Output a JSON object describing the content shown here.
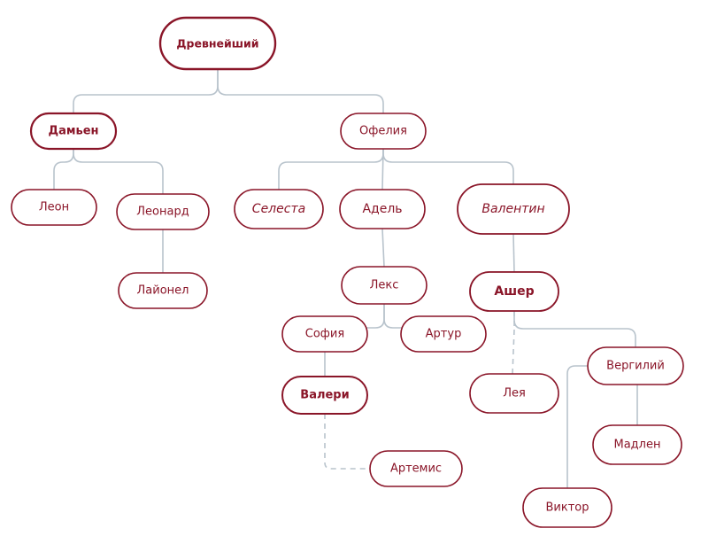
{
  "diagram": {
    "colors": {
      "node_border": "#8a1528",
      "node_text": "#8a1528",
      "edge": "#b8c3cc",
      "background": "#ffffff"
    },
    "nodes": [
      {
        "id": "drevneyshiy",
        "label": "Древнейший",
        "weight": "bold"
      },
      {
        "id": "damyen",
        "label": "Дамьен",
        "weight": "bold"
      },
      {
        "id": "ofeliya",
        "label": "Офелия"
      },
      {
        "id": "leon",
        "label": "Леон"
      },
      {
        "id": "leonard",
        "label": "Леонард"
      },
      {
        "id": "laionel",
        "label": "Лайонел"
      },
      {
        "id": "selesta",
        "label": "Селеста",
        "style": "italic"
      },
      {
        "id": "adel",
        "label": "Адель"
      },
      {
        "id": "valentin",
        "label": "Валентин",
        "style": "italic"
      },
      {
        "id": "leks",
        "label": "Лекс"
      },
      {
        "id": "sofiya",
        "label": "София"
      },
      {
        "id": "artur",
        "label": "Артур"
      },
      {
        "id": "valeri",
        "label": "Валери",
        "weight": "bold"
      },
      {
        "id": "artemis",
        "label": "Артемис"
      },
      {
        "id": "asher",
        "label": "Ашер",
        "weight": "bold"
      },
      {
        "id": "leya",
        "label": "Лея"
      },
      {
        "id": "vergiliy",
        "label": "Вергилий"
      },
      {
        "id": "madlen",
        "label": "Мадлен"
      },
      {
        "id": "viktor",
        "label": "Виктор"
      }
    ],
    "edges": [
      {
        "from": "drevneyshiy",
        "to": "damyen"
      },
      {
        "from": "drevneyshiy",
        "to": "ofeliya"
      },
      {
        "from": "damyen",
        "to": "leon"
      },
      {
        "from": "damyen",
        "to": "leonard"
      },
      {
        "from": "leonard",
        "to": "laionel"
      },
      {
        "from": "ofeliya",
        "to": "selesta"
      },
      {
        "from": "ofeliya",
        "to": "adel"
      },
      {
        "from": "ofeliya",
        "to": "valentin"
      },
      {
        "from": "adel",
        "to": "leks"
      },
      {
        "from": "leks",
        "to": "sofiya"
      },
      {
        "from": "leks",
        "to": "artur"
      },
      {
        "from": "sofiya",
        "to": "valeri"
      },
      {
        "from": "valeri",
        "to": "artemis",
        "style": "dashed"
      },
      {
        "from": "valentin",
        "to": "asher"
      },
      {
        "from": "asher",
        "to": "leya",
        "style": "dashed"
      },
      {
        "from": "asher",
        "to": "vergiliy"
      },
      {
        "from": "vergiliy",
        "to": "madlen"
      },
      {
        "from": "vergiliy",
        "to": "viktor"
      }
    ]
  }
}
